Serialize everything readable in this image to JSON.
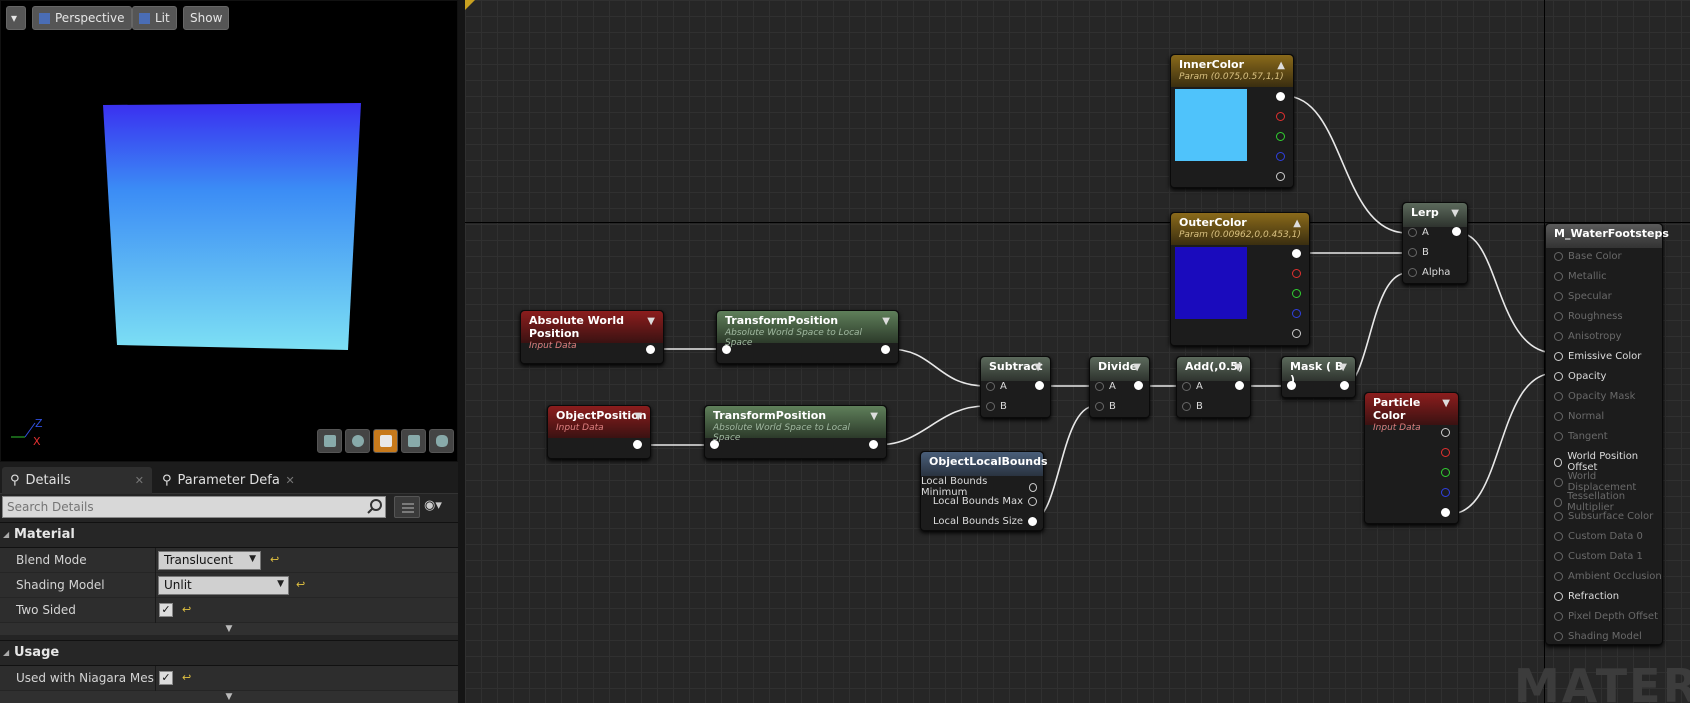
{
  "viewport": {
    "view_mode": "Perspective",
    "lighting": "Lit",
    "show": "Show",
    "axis_x": "X",
    "axis_z": "Z",
    "preview_icons": [
      "cylinder-icon",
      "sphere-icon",
      "plane-icon",
      "cube-icon",
      "teapot-icon"
    ]
  },
  "details": {
    "tabs": [
      {
        "label": "Details"
      },
      {
        "label": "Parameter Defaults"
      }
    ],
    "search_placeholder": "Search Details",
    "categories": {
      "material": {
        "label": "Material",
        "rows": [
          {
            "label": "Blend Mode",
            "value": "Translucent"
          },
          {
            "label": "Shading Model",
            "value": "Unlit"
          },
          {
            "label": "Two Sided",
            "checked": true
          }
        ]
      },
      "usage": {
        "label": "Usage",
        "rows": [
          {
            "label": "Used with Niagara Mesh Pa",
            "checked": true
          }
        ]
      }
    }
  },
  "graph": {
    "watermark": "MATER",
    "nodes": {
      "absolute_world_position": {
        "title": "Absolute World Position",
        "subtitle": "Input Data"
      },
      "object_position": {
        "title": "ObjectPosition",
        "subtitle": "Input Data"
      },
      "transform1": {
        "title": "TransformPosition",
        "subtitle": "Absolute World Space to Local Space"
      },
      "transform2": {
        "title": "TransformPosition",
        "subtitle": "Absolute World Space to Local Space"
      },
      "subtract": {
        "title": "Subtract",
        "pin_a": "A",
        "pin_b": "B"
      },
      "divide": {
        "title": "Divide",
        "pin_a": "A",
        "pin_b": "B"
      },
      "add": {
        "title": "Add(,0.5)",
        "pin_a": "A",
        "pin_b": "B"
      },
      "mask": {
        "title": "Mask ( B )"
      },
      "object_local_bounds": {
        "title": "ObjectLocalBounds",
        "pins": [
          "Local Bounds Minimum",
          "Local Bounds Max",
          "Local Bounds Size"
        ]
      },
      "inner_color": {
        "title": "InnerColor",
        "subtitle": "Param (0.075,0.57,1,1)",
        "swatch": "#4fc3fb"
      },
      "outer_color": {
        "title": "OuterColor",
        "subtitle": "Param (0.00962,0,0.453,1)",
        "swatch": "#1a0bbd"
      },
      "lerp": {
        "title": "Lerp",
        "pin_a": "A",
        "pin_b": "B",
        "pin_alpha": "Alpha"
      },
      "particle_color": {
        "title": "Particle Color",
        "subtitle": "Input Data"
      },
      "result": {
        "title": "M_WaterFootsteps",
        "pins": [
          {
            "label": "Base Color",
            "active": false
          },
          {
            "label": "Metallic",
            "active": false
          },
          {
            "label": "Specular",
            "active": false
          },
          {
            "label": "Roughness",
            "active": false
          },
          {
            "label": "Anisotropy",
            "active": false
          },
          {
            "label": "Emissive Color",
            "active": true
          },
          {
            "label": "Opacity",
            "active": true
          },
          {
            "label": "Opacity Mask",
            "active": false
          },
          {
            "label": "Normal",
            "active": false
          },
          {
            "label": "Tangent",
            "active": false
          },
          {
            "label": "World Position Offset",
            "active": true
          },
          {
            "label": "World Displacement",
            "active": false
          },
          {
            "label": "Tessellation Multiplier",
            "active": false
          },
          {
            "label": "Subsurface Color",
            "active": false
          },
          {
            "label": "Custom Data 0",
            "active": false
          },
          {
            "label": "Custom Data 1",
            "active": false
          },
          {
            "label": "Ambient Occlusion",
            "active": false
          },
          {
            "label": "Refraction",
            "active": true
          },
          {
            "label": "Pixel Depth Offset",
            "active": false
          },
          {
            "label": "Shading Model",
            "active": false
          }
        ]
      }
    }
  }
}
